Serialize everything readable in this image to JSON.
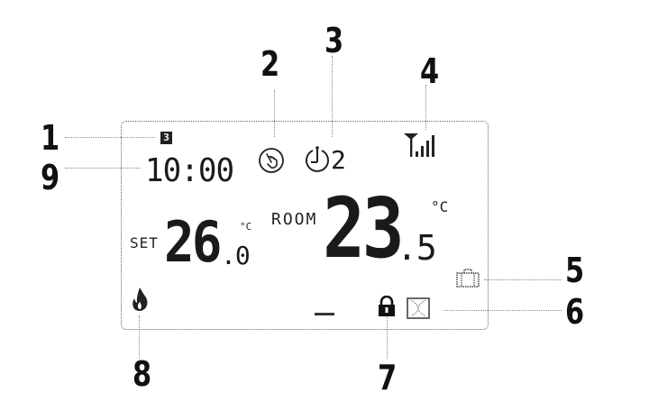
{
  "callouts": [
    {
      "id": "1",
      "label": "1",
      "target": "program-number-indicator"
    },
    {
      "id": "2",
      "label": "2",
      "target": "manual-mode-icon"
    },
    {
      "id": "3",
      "label": "3",
      "target": "auto-program-icon"
    },
    {
      "id": "4",
      "label": "4",
      "target": "wifi-signal-icon"
    },
    {
      "id": "5",
      "label": "5",
      "target": "away-mode-icon"
    },
    {
      "id": "6",
      "label": "6",
      "target": "window-open-icon"
    },
    {
      "id": "7",
      "label": "7",
      "target": "child-lock-icon"
    },
    {
      "id": "8",
      "label": "8",
      "target": "heating-flame-icon"
    },
    {
      "id": "9",
      "label": "9",
      "target": "clock-time-display"
    }
  ],
  "lcd": {
    "program_number": "3",
    "time": "10:00",
    "program_period": "2",
    "set_label": "SET",
    "set_temp_int": "26",
    "set_temp_dec": ".0",
    "set_unit": "°C",
    "room_label": "ROOM",
    "room_temp_int": "23",
    "room_temp_dec": ".5",
    "room_unit": "°C",
    "bottom_dash": "—"
  },
  "colors": {
    "ink": "#111111",
    "frame": "#666666",
    "leader": "#888888",
    "background": "#ffffff"
  }
}
